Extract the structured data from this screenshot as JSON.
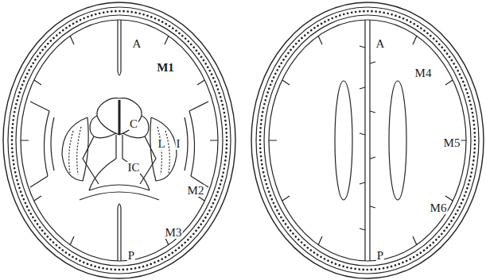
{
  "diagram": {
    "labels": [
      "A",
      "M1",
      "C",
      "L",
      "I",
      "IC",
      "M2",
      "M3",
      "P",
      "A",
      "M4",
      "M5",
      "M6",
      "P"
    ]
  }
}
